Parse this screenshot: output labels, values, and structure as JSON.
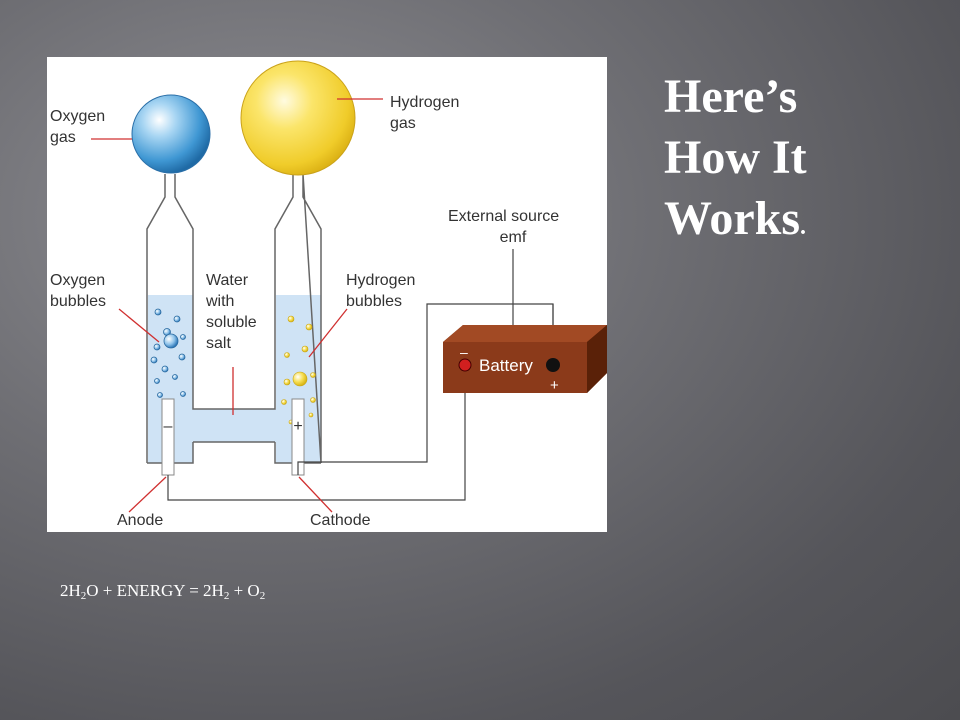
{
  "slide": {
    "title_lines": [
      "Here’s",
      "How It",
      "Works"
    ],
    "title_end": ".",
    "equation": {
      "lhs_coef": "2H",
      "lhs_sub": "2",
      "lhs_rest": "O + ENERGY = 2H",
      "h_sub": "2",
      "plus_o": " + O",
      "o_sub": "2"
    }
  },
  "diagram": {
    "oxygen_gas": [
      "Oxygen",
      "gas"
    ],
    "hydrogen_gas": [
      "Hydrogen",
      "gas"
    ],
    "external_source": [
      "External source",
      "emf"
    ],
    "oxygen_bubbles": [
      "Oxygen",
      "bubbles"
    ],
    "water": [
      "Water",
      "with",
      "soluble",
      "salt"
    ],
    "hydrogen_bubbles": [
      "Hydrogen",
      "bubbles"
    ],
    "battery": "Battery",
    "battery_minus": "–",
    "battery_plus": "+",
    "anode_sign": "–",
    "cathode_sign": "+",
    "anode": "Anode",
    "cathode": "Cathode"
  },
  "colors": {
    "background": "#606065",
    "water": "#cfe3f5",
    "oxygen_ball": "#4ea6e0",
    "hydrogen_ball": "#f2d23a",
    "battery": "#8b3a1a",
    "pointer": "#d03030"
  }
}
